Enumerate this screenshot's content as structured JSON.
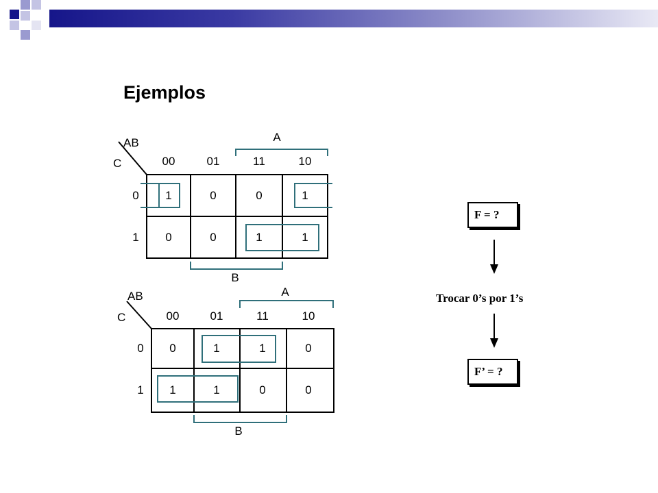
{
  "slide": {
    "title": "Ejemplos"
  },
  "colors": {
    "accent_dark": "#16168a",
    "accent_light": "#8888c8",
    "group_stroke": "#2f6f7a"
  },
  "kmap_1": {
    "corner_ab": "AB",
    "corner_c": "C",
    "col_headers": [
      "00",
      "01",
      "11",
      "10"
    ],
    "row_headers": [
      "0",
      "1"
    ],
    "cells": [
      [
        "1",
        "0",
        "0",
        "1"
      ],
      [
        "0",
        "0",
        "1",
        "1"
      ]
    ],
    "label_a": "A",
    "label_b": "B"
  },
  "kmap_2": {
    "corner_ab": "AB",
    "corner_c": "C",
    "col_headers": [
      "00",
      "01",
      "11",
      "10"
    ],
    "row_headers": [
      "0",
      "1"
    ],
    "cells": [
      [
        "0",
        "1",
        "1",
        "0"
      ],
      [
        "1",
        "1",
        "0",
        "0"
      ]
    ],
    "label_a": "A",
    "label_b": "B"
  },
  "flow": {
    "box_1": "F = ?",
    "step": "Trocar 0’s por 1’s",
    "box_2": "F’ = ?"
  }
}
